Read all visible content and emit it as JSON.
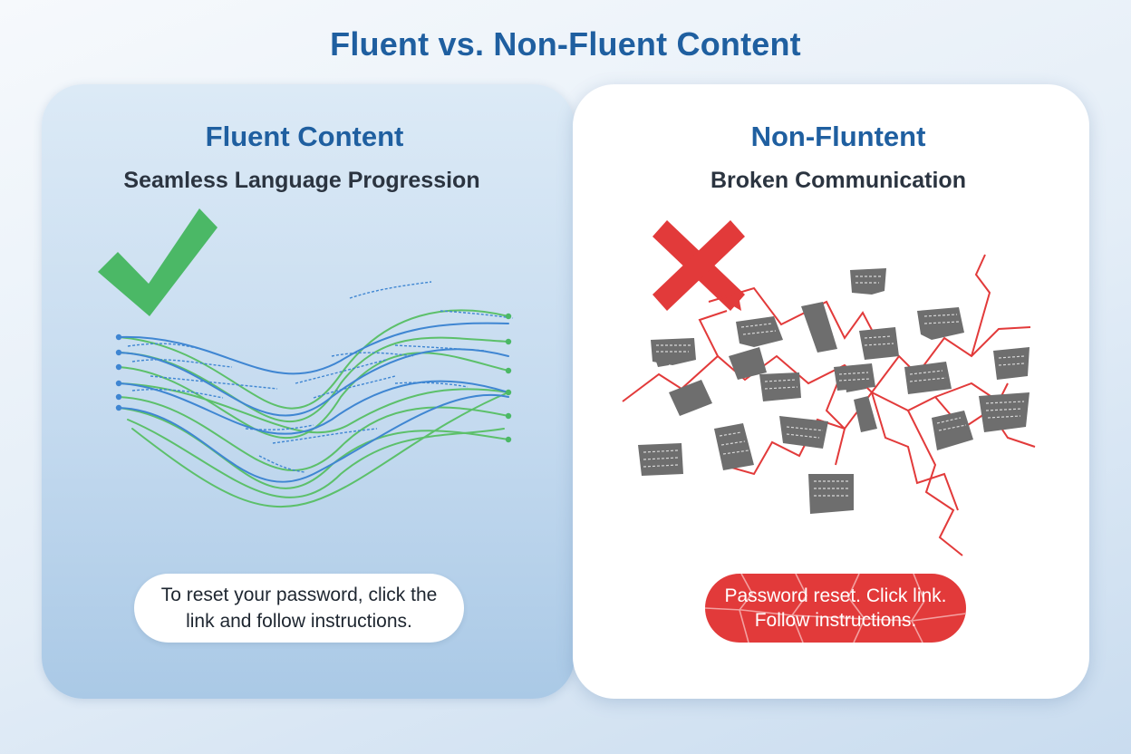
{
  "title": "Fluent vs. Non-Fluent Content",
  "fluent": {
    "heading": "Fluent Content",
    "subheading": "Seamless Language Progression",
    "example": "To reset your password, click the link and follow instructions.",
    "icon": "check-icon",
    "color": "#4bb866"
  },
  "nonfluent": {
    "heading": "Non-Fluntent",
    "subheading": "Broken Communication",
    "example": "Password reset. Click link. Follow instructions.",
    "icon": "cross-icon",
    "color": "#e23a3a"
  },
  "colors": {
    "title": "#1f5fa0",
    "fluent_blue": "#3f86d2",
    "fluent_green": "#5cc06a",
    "fragment_gray": "#6e6e6e",
    "crack_red": "#e23a3a"
  }
}
